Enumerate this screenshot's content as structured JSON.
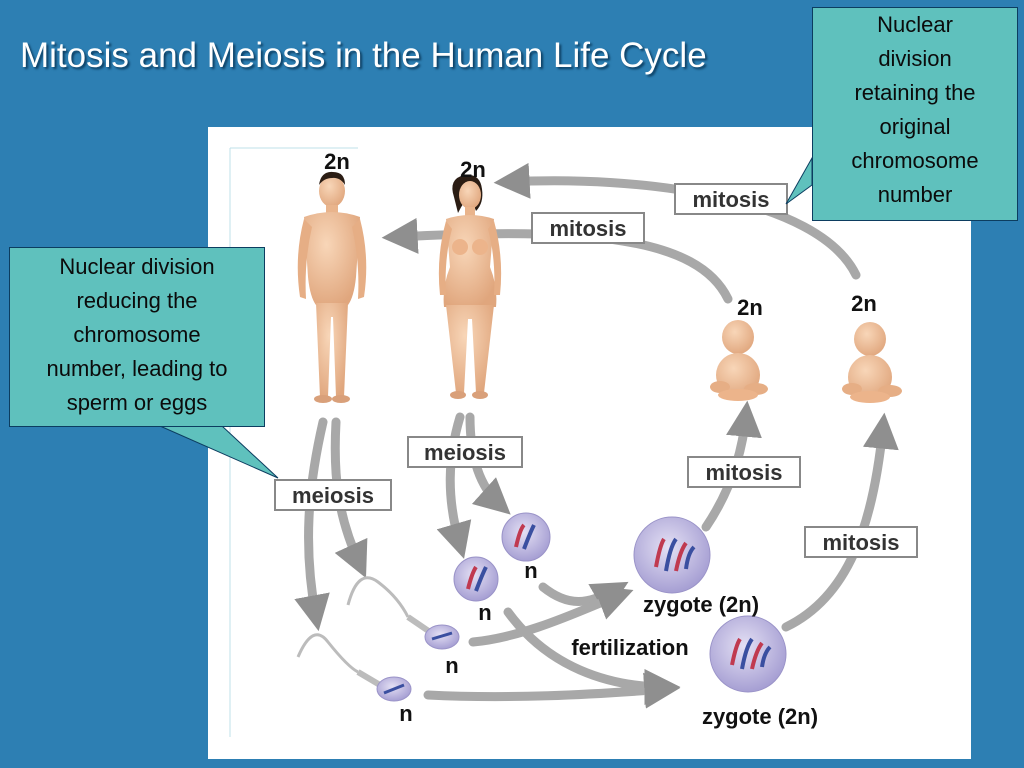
{
  "title": "Mitosis and Meiosis in the Human Life Cycle",
  "callouts": {
    "mitosis_note": [
      "Nuclear",
      "division",
      "retaining the",
      "original",
      "chromosome",
      "number"
    ],
    "meiosis_note": [
      "Nuclear division",
      "reducing the",
      "chromosome",
      "number, leading to",
      "sperm or eggs"
    ]
  },
  "diagram": {
    "ploidy_labels": {
      "man": "2n",
      "woman": "2n",
      "baby_left": "2n",
      "baby_right": "2n",
      "egg_upper": "n",
      "egg_lower": "n",
      "sperm_upper": "n",
      "sperm_lower": "n"
    },
    "process_labels": {
      "mitosis_top": "mitosis",
      "mitosis_mid": "mitosis",
      "mitosis_baby_left": "mitosis",
      "mitosis_baby_right": "mitosis",
      "meiosis_left": "meiosis",
      "meiosis_right": "meiosis",
      "fertilization": "fertilization"
    },
    "zygote_labels": {
      "zygote_upper": "zygote (2n)",
      "zygote_lower": "zygote (2n)"
    }
  },
  "colors": {
    "background": "#2d7fb3",
    "callout": "#5fc1bd",
    "arrow": "#a8a8a8",
    "skin": "#f2c29a",
    "cell": "#b9b3dd"
  }
}
